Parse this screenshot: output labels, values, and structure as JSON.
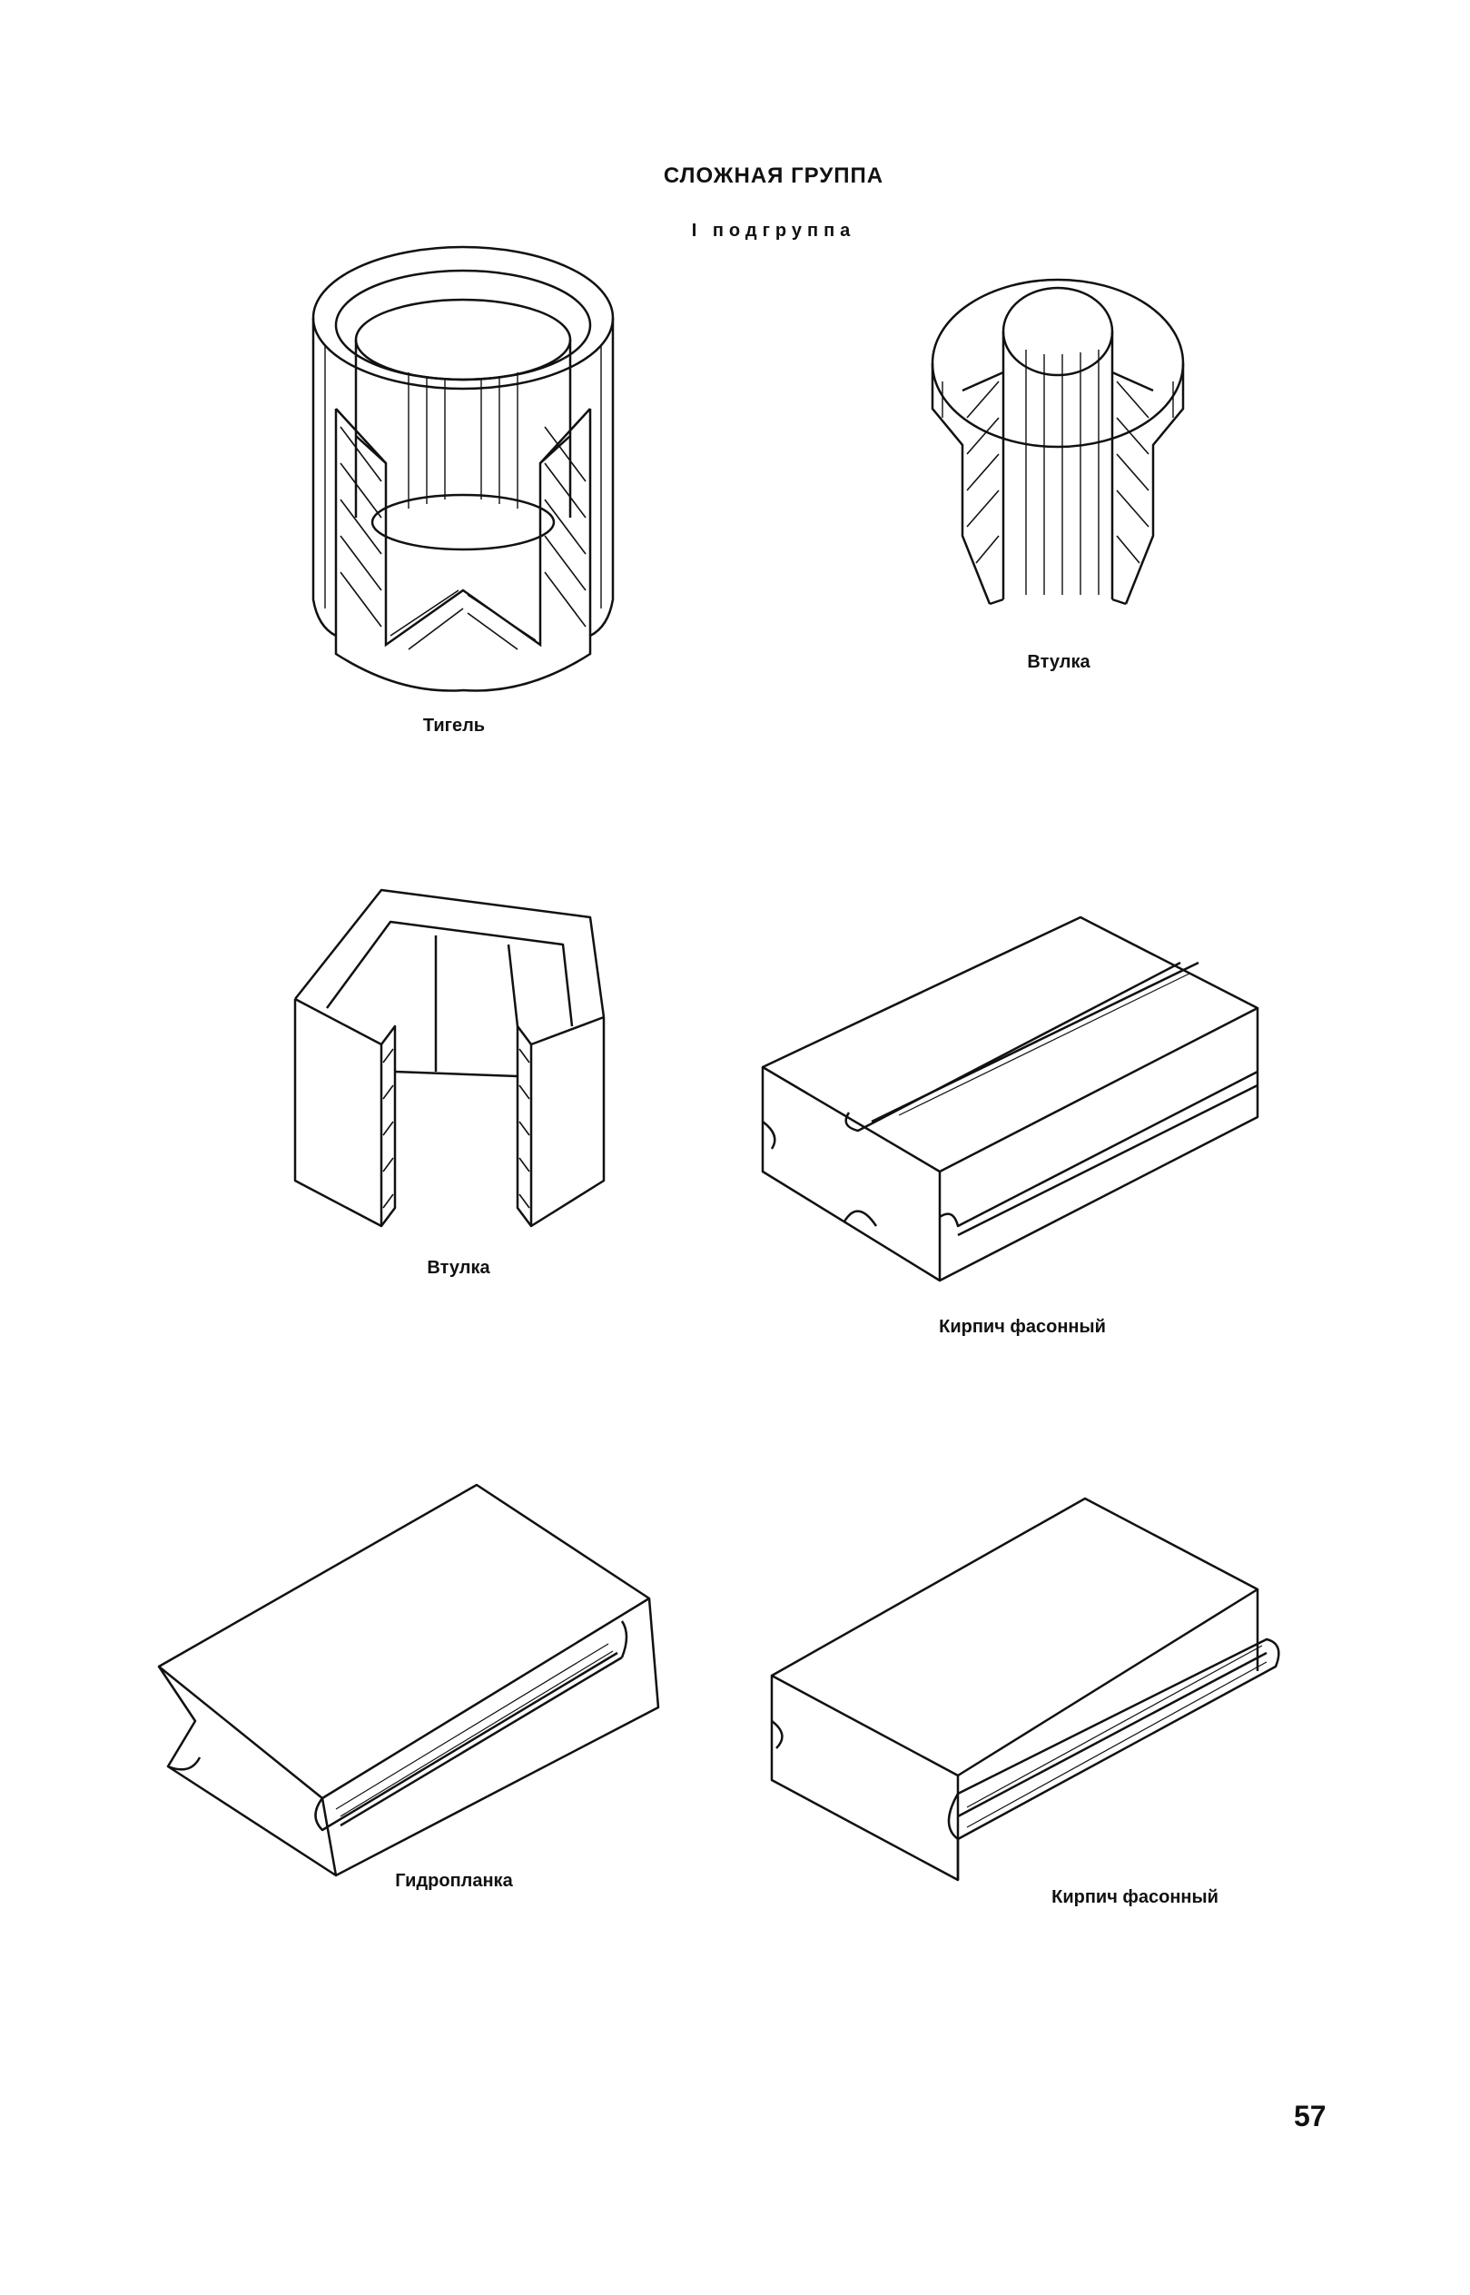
{
  "page": {
    "heading": "СЛОЖНАЯ ГРУППА",
    "subheading": "I подгруппа",
    "page_number": "57"
  },
  "figures": [
    {
      "id": "crucible",
      "caption": "Тигель"
    },
    {
      "id": "sleeve-round",
      "caption": "Втулка"
    },
    {
      "id": "sleeve-hex",
      "caption": "Втулка"
    },
    {
      "id": "shaped-brick-grooved",
      "caption": "Кирпич фасонный"
    },
    {
      "id": "hydro-plank",
      "caption": "Гидропланка"
    },
    {
      "id": "shaped-brick-ridged",
      "caption": "Кирпич фасонный"
    }
  ]
}
